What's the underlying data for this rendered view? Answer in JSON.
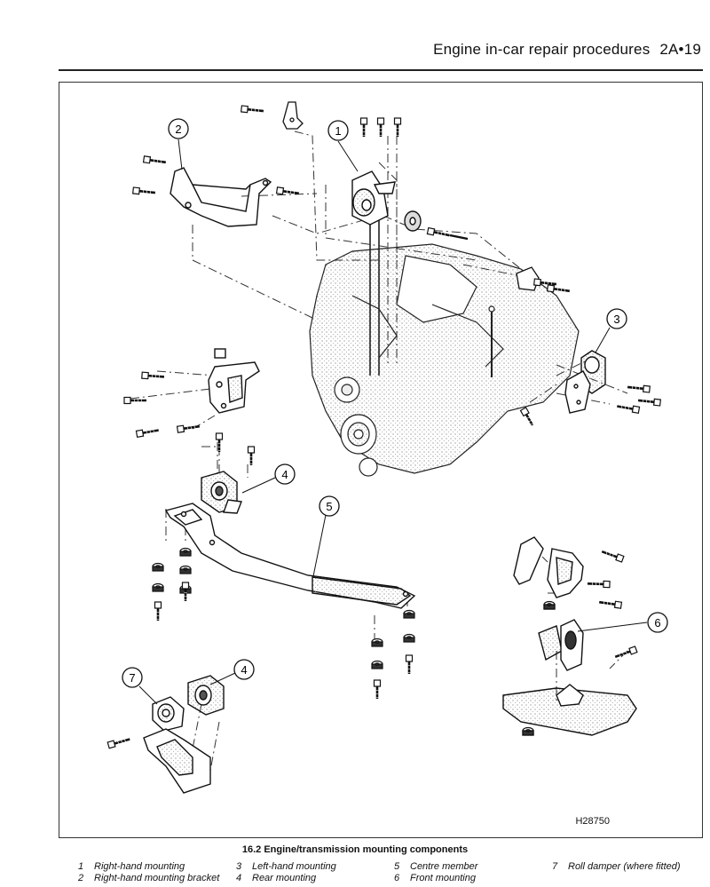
{
  "header": {
    "title": "Engine in-car repair procedures",
    "page_number": "2A•19"
  },
  "figure": {
    "reference": "H28750",
    "caption": "16.2 Engine/transmission mounting components",
    "callouts": [
      "1",
      "2",
      "3",
      "4",
      "5",
      "6",
      "7",
      "4"
    ]
  },
  "legend": [
    {
      "number": "1",
      "label": "Right-hand mounting"
    },
    {
      "number": "2",
      "label": "Right-hand mounting bracket"
    },
    {
      "number": "3",
      "label": "Left-hand mounting"
    },
    {
      "number": "4",
      "label": "Rear mounting"
    },
    {
      "number": "5",
      "label": "Centre member"
    },
    {
      "number": "6",
      "label": "Front mounting"
    },
    {
      "number": "7",
      "label": "Roll damper (where fitted)"
    }
  ]
}
